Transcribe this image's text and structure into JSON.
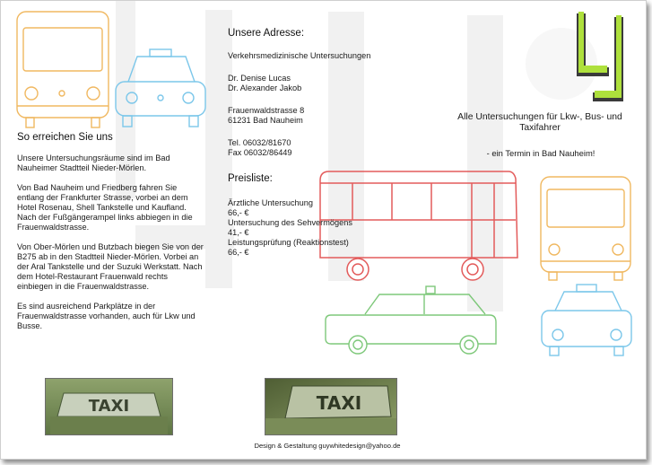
{
  "left": {
    "heading": "So erreichen Sie uns",
    "para1": "Unsere Untersuchungsräume sind im Bad Nauheimer Stadtteil Nieder-Mörlen.",
    "para2": "Von Bad Nauheim und Friedberg fahren Sie entlang der Frankfurter Strasse, vorbei an dem Hotel Rosenau, Shell Tankstelle und Kaufland. Nach der Fußgängerampel links abbiegen in die Frauenwaldstrasse.",
    "para3": "Von Ober-Mörlen und Butzbach biegen Sie von der B275 ab in den Stadtteil Nieder-Mörlen. Vorbei an der Aral Tankstelle und der Suzuki Werkstatt. Nach dem Hotel-Restaurant Frauenwald rechts einbiegen in die Frauenwaldstrasse.",
    "para4": "Es sind ausreichend Parkplätze in der Frauenwaldstrasse vorhanden, auch für Lkw und Busse."
  },
  "middle": {
    "address_heading": "Unsere Adresse:",
    "org": "Verkehrsmedizinische Untersuchungen",
    "doctor1": "Dr. Denise Lucas",
    "doctor2": "Dr. Alexander Jakob",
    "street": "Frauenwaldstrasse 8",
    "city": "61231 Bad Nauheim",
    "phone": "Tel. 06032/81670",
    "fax": "Fax 06032/86449",
    "prices_heading": "Preisliste:",
    "price_items": [
      {
        "name": "Ärztliche Untersuchung",
        "price": "66,- €"
      },
      {
        "name": "Untersuchung des Sehvermögens",
        "price": "41,- €"
      },
      {
        "name": "Leistungsprüfung (Reaktionstest)",
        "price": "66,- €"
      }
    ]
  },
  "right": {
    "tagline_line1": "Alle Untersuchungen für Lkw-, Bus- und",
    "tagline_line2": "Taxifahrer",
    "sub": "- ein Termin in Bad Nauheim!"
  },
  "photos": {
    "taxi_sign_1": "TAXI",
    "taxi_sign_2": "TAXI"
  },
  "footer": {
    "credit": "Design & Gestaltung guywhitedesign@yahoo.de"
  },
  "colors": {
    "truck": "#f0b860",
    "taxi": "#7cc7ea",
    "bus": "#e35b5b",
    "car": "#7ec87a",
    "logo_green": "#aee03c",
    "logo_dark": "#3a3a3a"
  },
  "icons": [
    "truck-icon",
    "taxi-icon",
    "bus-icon",
    "car-icon",
    "logo-mark"
  ]
}
